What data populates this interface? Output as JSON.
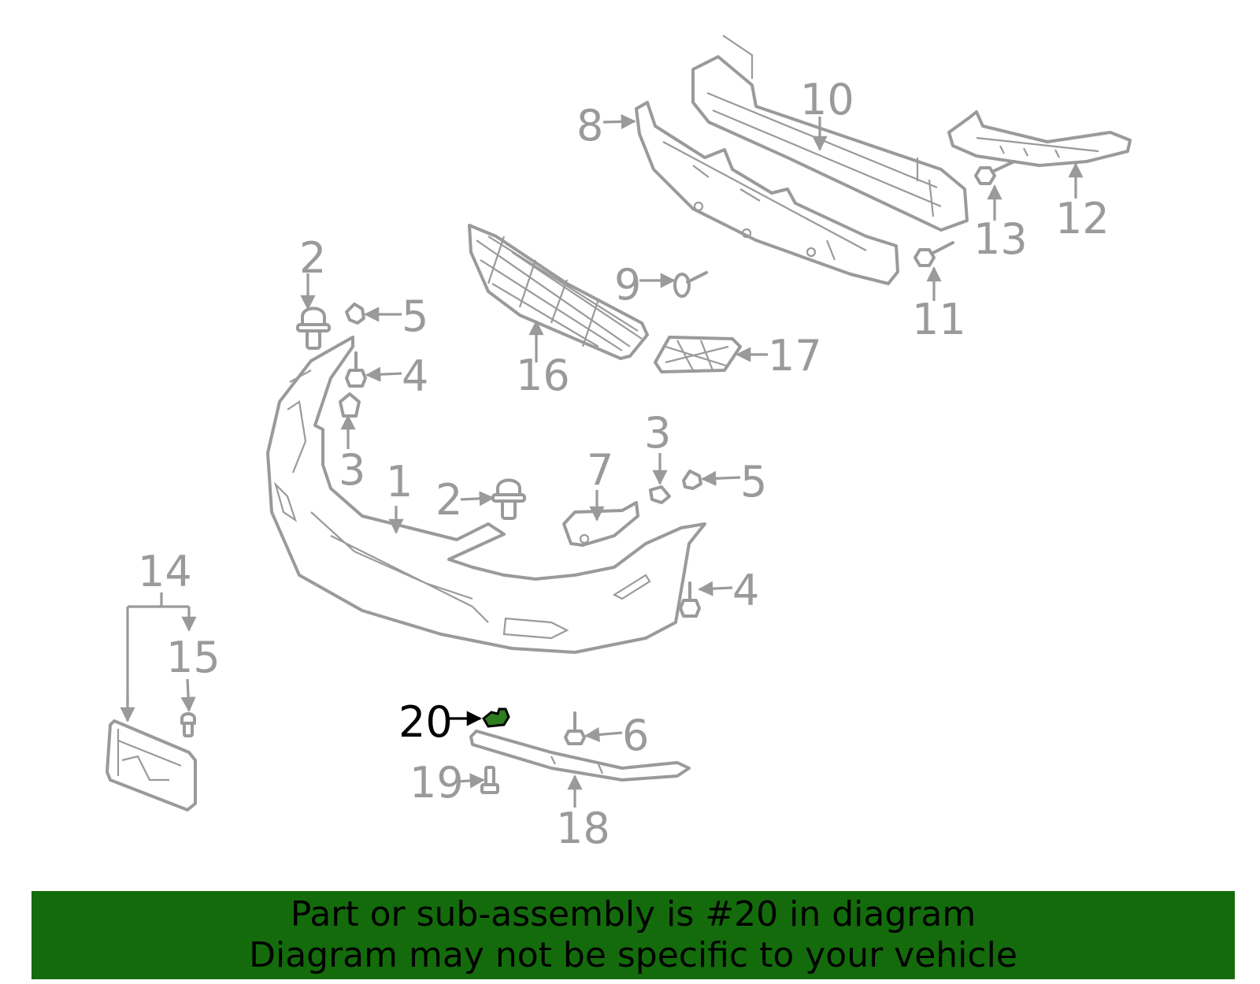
{
  "callouts": {
    "c1": "1",
    "c2a": "2",
    "c2b": "2",
    "c3a": "3",
    "c3b": "3",
    "c4a": "4",
    "c4b": "4",
    "c5a": "5",
    "c5b": "5",
    "c6": "6",
    "c7": "7",
    "c8": "8",
    "c9": "9",
    "c10": "10",
    "c11": "11",
    "c12": "12",
    "c13": "13",
    "c14": "14",
    "c15": "15",
    "c16": "16",
    "c17": "17",
    "c18": "18",
    "c19": "19",
    "c20": "20"
  },
  "highlight": {
    "part_number": "20",
    "color": "#2e7d1e"
  },
  "colors": {
    "line": "#9a9a9a",
    "banner": "#146b0c",
    "highlight_text": "#000000"
  },
  "banner": {
    "line1": "Part or sub-assembly is #20 in diagram",
    "line2": "Diagram may not be specific to your vehicle"
  }
}
